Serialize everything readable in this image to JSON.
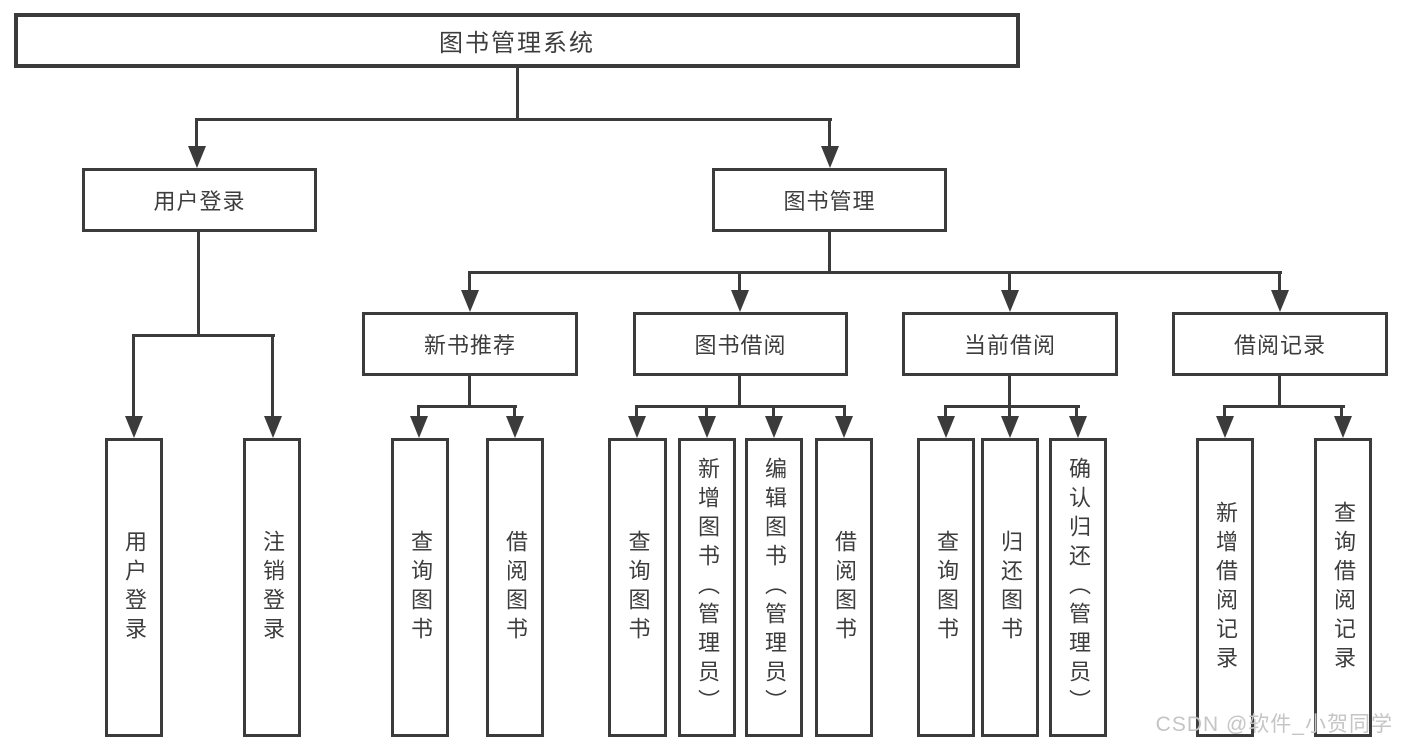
{
  "diagram": {
    "root": {
      "label": "图书管理系统",
      "children": [
        {
          "label": "用户登录",
          "children": [
            {
              "label": "用户登录"
            },
            {
              "label": "注销登录"
            }
          ]
        },
        {
          "label": "图书管理",
          "children": [
            {
              "label": "新书推荐",
              "children": [
                {
                  "label": "查询图书"
                },
                {
                  "label": "借阅图书"
                }
              ]
            },
            {
              "label": "图书借阅",
              "children": [
                {
                  "label": "查询图书"
                },
                {
                  "label": "新增图书（管理员）"
                },
                {
                  "label": "编辑图书（管理员）"
                },
                {
                  "label": "借阅图书"
                }
              ]
            },
            {
              "label": "当前借阅",
              "children": [
                {
                  "label": "查询图书"
                },
                {
                  "label": "归还图书"
                },
                {
                  "label": "确认归还（管理员）"
                }
              ]
            },
            {
              "label": "借阅记录",
              "children": [
                {
                  "label": "新增借阅记录"
                },
                {
                  "label": "查询借阅记录"
                }
              ]
            }
          ]
        }
      ]
    }
  },
  "watermark": {
    "text": "CSDN @软件_小贺同学"
  },
  "colors": {
    "line": "#3b3b3b",
    "text": "#3d3d3d",
    "watermark": "#c5c5c5",
    "background": "#ffffff"
  }
}
